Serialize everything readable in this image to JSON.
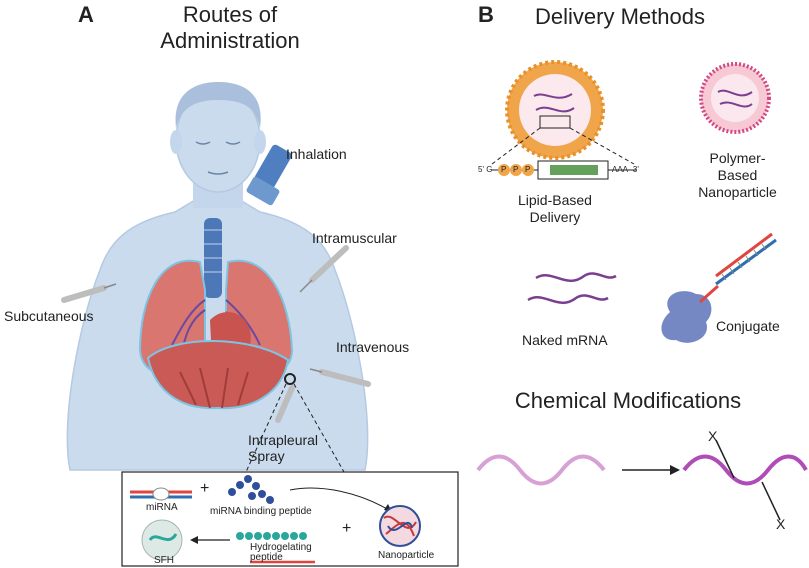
{
  "panel_a": {
    "letter": "A",
    "title_line1": "Routes of",
    "title_line2": "Administration",
    "routes": {
      "inhalation": "Inhalation",
      "intramuscular": "Intramuscular",
      "subcutaneous": "Subcutaneous",
      "intravenous": "Intravenous",
      "intrapleural_line1": "Intrapleural",
      "intrapleural_line2": "Spray"
    },
    "inset": {
      "mirna": "miRNA",
      "binding_peptide": "miRNA binding peptide",
      "nanoparticle": "Nanoparticle",
      "hydrogelating_line1": "Hydrogelating",
      "hydrogelating_line2": "peptide",
      "sfh": "SFH",
      "plus": "+"
    }
  },
  "panel_b": {
    "letter": "B",
    "title": "Delivery Methods",
    "lipid_line1": "Lipid-Based",
    "lipid_line2": "Delivery",
    "polymer_line1": "Polymer-",
    "polymer_line2": "Based",
    "polymer_line3": "Nanoparticle",
    "naked": "Naked mRNA",
    "conjugate": "Conjugate",
    "mrna_5prime": "5' G",
    "mrna_3prime": "AAA- 3'",
    "phosphate": "P",
    "chem_title": "Chemical Modifications",
    "mod_mark": "X"
  },
  "colors": {
    "skin": "#c9daee",
    "lung": "#d9766f",
    "trachea": "#4d78b8",
    "lipid": "#f0a54a",
    "mrna_purple": "#7b3f8f",
    "wave_pink": "#d7a1d5",
    "wave_purple": "#b04cb7"
  }
}
